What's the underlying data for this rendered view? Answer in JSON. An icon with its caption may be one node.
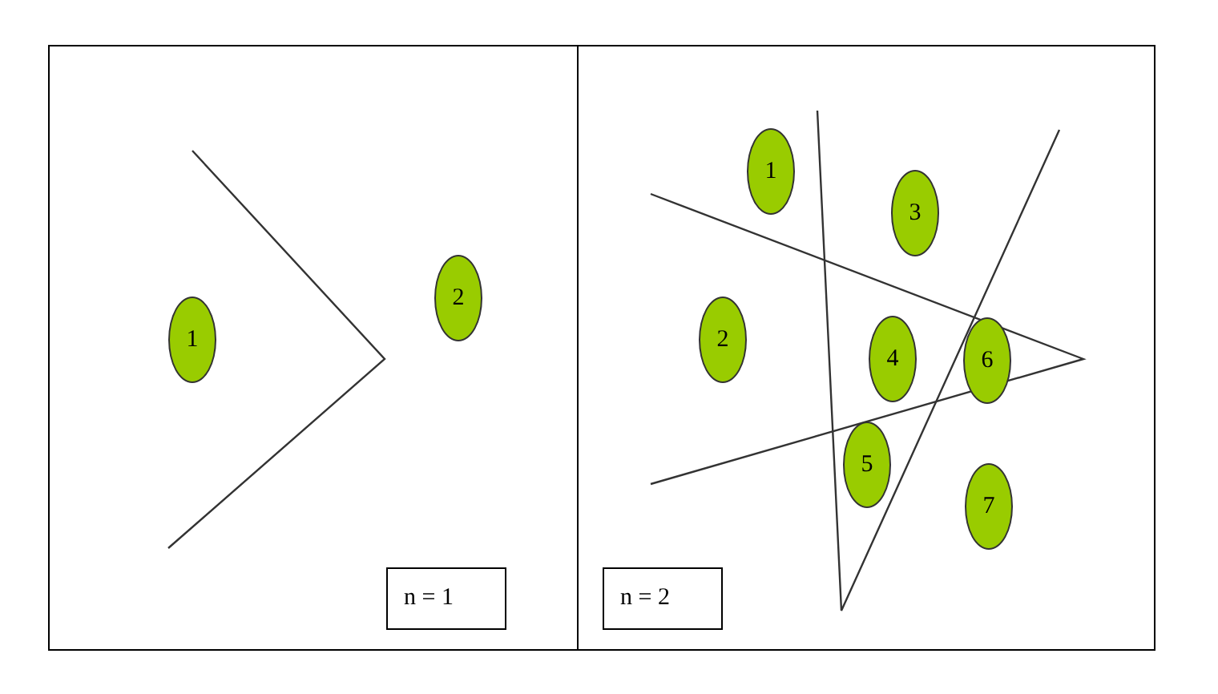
{
  "diagram": {
    "nodes": [
      {
        "text": [],
        "shape": "box"
      },
      {
        "text": [
          "1"
        ],
        "in": 0
      },
      {
        "text": [
          "2"
        ],
        "in": 0
      },
      {
        "text": [
          "n = 1"
        ],
        "in": 0
      },
      {
        "text": [],
        "shape": "box"
      },
      {
        "text": [
          "1"
        ],
        "in": 4
      },
      {
        "text": [
          "3"
        ],
        "in": 4
      },
      {
        "text": [
          "2"
        ],
        "in": 4
      },
      {
        "text": [
          "4"
        ],
        "in": 4
      },
      {
        "text": [
          "6"
        ],
        "in": 4
      },
      {
        "text": [
          "5"
        ],
        "in": 4
      },
      {
        "text": [
          "7"
        ],
        "in": 4
      },
      {
        "text": [
          "n = 2"
        ],
        "in": 4
      }
    ],
    "edges": []
  }
}
